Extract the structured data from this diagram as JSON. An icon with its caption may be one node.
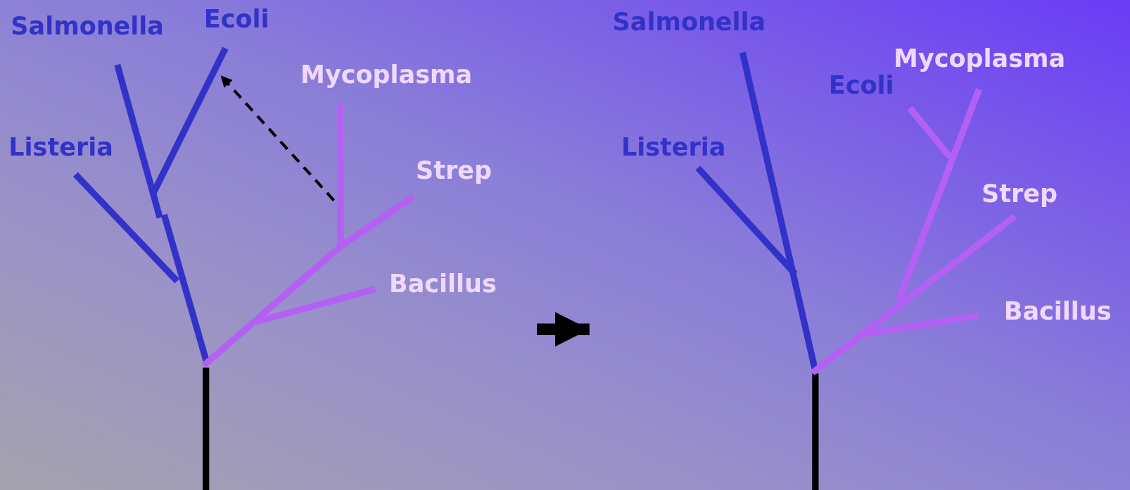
{
  "diagram": {
    "nodes": [
      {
        "text": [],
        "shape": "picture"
      },
      {
        "text": [],
        "shape": "bar",
        "in": 0
      },
      {
        "text": [],
        "shape": "bar",
        "in": 0
      },
      {
        "text": [],
        "shape": "picture"
      }
    ],
    "edges": [
      {
        "from": 2,
        "to": 1,
        "arrow": "to",
        "style": "dashed"
      },
      {
        "from": 0,
        "to": 3,
        "arrow": "to",
        "style": "thick"
      }
    ],
    "labels": [
      "Salmonella",
      "Ecoli",
      "Mycoplasma",
      "Listeria",
      "Strep",
      "Bacillus",
      "Salmonella",
      "Mycoplasma",
      "Ecoli",
      "Listeria",
      "Strep",
      "Bacillus"
    ]
  }
}
